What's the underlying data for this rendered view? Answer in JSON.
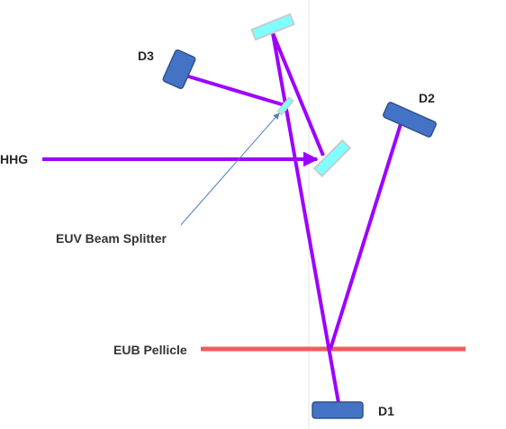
{
  "labels": {
    "hhg": "HHG",
    "d1": "D1",
    "d2": "D2",
    "d3": "D3",
    "beam_splitter": "EUV Beam Splitter",
    "pellicle": "EUB Pellicle"
  },
  "colors": {
    "beam": "#9D00FF",
    "pellicle": "#F25C5C",
    "mirror_fill": "#7FFFFF",
    "mirror_stroke": "#C8CCCC",
    "detector_fill": "#4472C4",
    "detector_stroke": "#2F528F",
    "pointer": "#4F81BD",
    "guide_line": "#E6E6E6"
  }
}
